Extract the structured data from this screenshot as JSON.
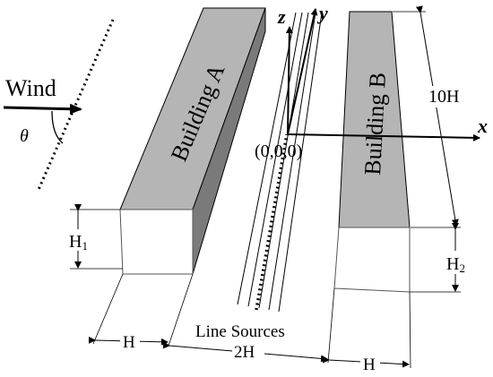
{
  "labels": {
    "wind": "Wind",
    "theta": "θ",
    "building_a": "Building A",
    "building_b": "Building B",
    "origin": "(0,0,0)",
    "axis_x": "x",
    "axis_y": "y",
    "axis_z": "z",
    "ten_h": "10H",
    "h1_main": "H",
    "h1_sub": "1",
    "h2_main": "H",
    "h2_sub": "2",
    "line_sources": "Line Sources",
    "dim_h_left": "H",
    "dim_2h": "2H",
    "dim_h_right": "H"
  },
  "colors": {
    "roof": "#b5b5b5",
    "side": "#7a7a7a",
    "front": "#ffffff",
    "ink": "#000000"
  }
}
